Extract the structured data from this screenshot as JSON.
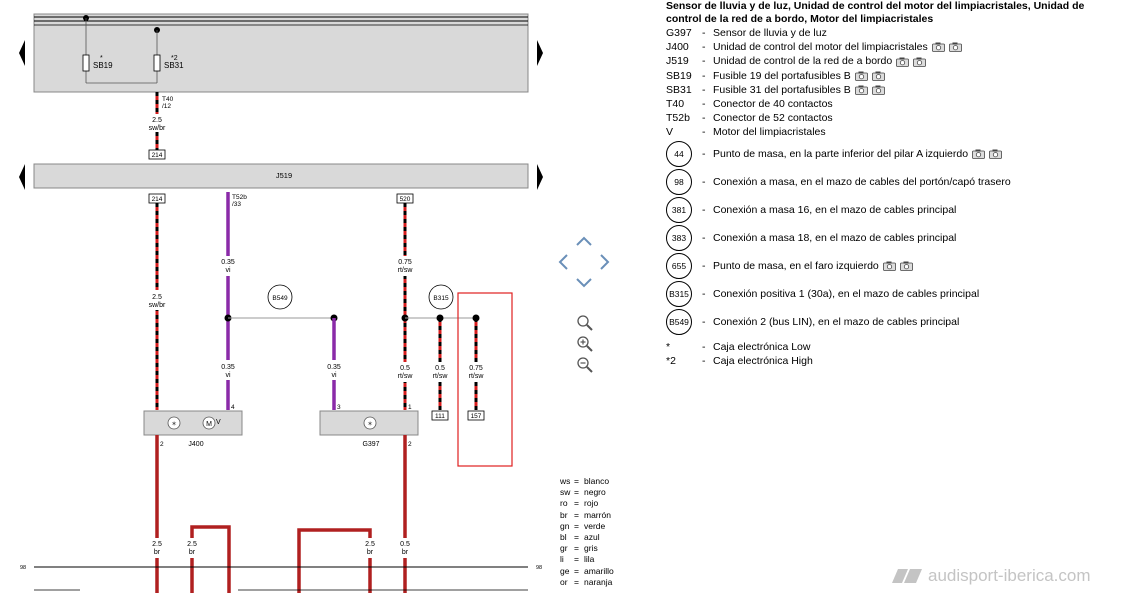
{
  "top_box": {
    "fuse1_label": "SB19",
    "fuse1_mark": "*",
    "fuse2_label": "SB31",
    "fuse2_mark": "*2",
    "connector_top": "T40",
    "connector_top_pin": "/12"
  },
  "wires": {
    "w_top_size": "2.5",
    "w_top_color": "sw/br",
    "w_top_ref": "214",
    "bar_label": "J519",
    "ref_214": "214",
    "conn_t52b": "T52b",
    "conn_t52b_pin": "/33",
    "ref_520": "520",
    "vi_size": "0.35",
    "vi_color": "vi",
    "rt_size": "0.75",
    "rt_color": "rt/sw",
    "swbr_size": "2.5",
    "swbr_color": "sw/br",
    "b549": "B549",
    "b315": "B315",
    "vi2_size": "0.35",
    "vi2_color": "vi",
    "vi3_size": "0.35",
    "vi3_color": "vi",
    "r1_size": "0.5",
    "r1_color": "rt/sw",
    "r2_size": "0.5",
    "r2_color": "rt/sw",
    "r3_size": "0.75",
    "r3_color": "rt/sw",
    "ref_111": "111",
    "ref_157": "157",
    "pin_4": "4",
    "pin_3": "3",
    "pin_1": "1",
    "pin_2a": "2",
    "pin_2b": "2",
    "comp1_label": "J400",
    "comp1_v": "V",
    "comp2_label": "G397",
    "br1_size": "2.5",
    "br1_color": "br",
    "br2_size": "2.5",
    "br2_color": "br",
    "br3_size": "2.5",
    "br3_color": "br",
    "br4_size": "0.5",
    "br4_color": "br",
    "rail_left": "98",
    "rail_right": "98"
  },
  "legend": {
    "title": "Sensor de lluvia y de luz, Unidad de control del motor del limpiacristales, Unidad de control de la red de a bordo, Motor del limpiacristales",
    "items": [
      {
        "code": "G397",
        "desc": "Sensor de lluvia y de luz",
        "cams": 0
      },
      {
        "code": "J400",
        "desc": "Unidad de control del motor del limpiacristales",
        "cams": 2
      },
      {
        "code": "J519",
        "desc": "Unidad de control de la red de a bordo",
        "cams": 2
      },
      {
        "code": "SB19",
        "desc": "Fusible 19 del portafusibles B",
        "cams": 2
      },
      {
        "code": "SB31",
        "desc": "Fusible 31 del portafusibles B",
        "cams": 2
      },
      {
        "code": "T40",
        "desc": "Conector de 40 contactos",
        "cams": 0
      },
      {
        "code": "T52b",
        "desc": "Conector de 52 contactos",
        "cams": 0
      },
      {
        "code": "V",
        "desc": "Motor del limpiacristales",
        "cams": 0
      }
    ],
    "circle_items": [
      {
        "code": "44",
        "desc": "Punto de masa, en la parte inferior del pilar A izquierdo",
        "cams": 2
      },
      {
        "code": "98",
        "desc": "Conexión a masa, en el mazo de cables del portón/capó trasero",
        "cams": 0
      },
      {
        "code": "381",
        "desc": "Conexión a masa 16, en el mazo de cables principal",
        "cams": 0
      },
      {
        "code": "383",
        "desc": "Conexión a masa 18, en el mazo de cables principal",
        "cams": 0
      },
      {
        "code": "655",
        "desc": "Punto de masa, en el faro izquierdo",
        "cams": 2
      },
      {
        "code": "B315",
        "desc": "Conexión positiva 1 (30a), en el mazo de cables principal",
        "cams": 0
      },
      {
        "code": "B549",
        "desc": "Conexión 2 (bus LIN), en el mazo de cables principal",
        "cams": 0
      }
    ],
    "notes": [
      {
        "code": "*",
        "desc": "Caja electrónica Low"
      },
      {
        "code": "*2",
        "desc": "Caja electrónica High"
      }
    ],
    "dash": "-"
  },
  "color_key": [
    {
      "abbr": "ws",
      "name": "blanco"
    },
    {
      "abbr": "sw",
      "name": "negro"
    },
    {
      "abbr": "ro",
      "name": "rojo"
    },
    {
      "abbr": "br",
      "name": "marrón"
    },
    {
      "abbr": "gn",
      "name": "verde"
    },
    {
      "abbr": "bl",
      "name": "azul"
    },
    {
      "abbr": "gr",
      "name": "gris"
    },
    {
      "abbr": "li",
      "name": "lila"
    },
    {
      "abbr": "ge",
      "name": "amarillo"
    },
    {
      "abbr": "or",
      "name": "naranja"
    }
  ],
  "color_key_eq": "=",
  "watermark": "audisport-iberica.com",
  "colors": {
    "wire_red": "#d41e1e",
    "wire_dark_red": "#b02020",
    "wire_violet": "#8a2aa8",
    "box_fill": "#d9d9d9",
    "highlight": "#e02020"
  }
}
